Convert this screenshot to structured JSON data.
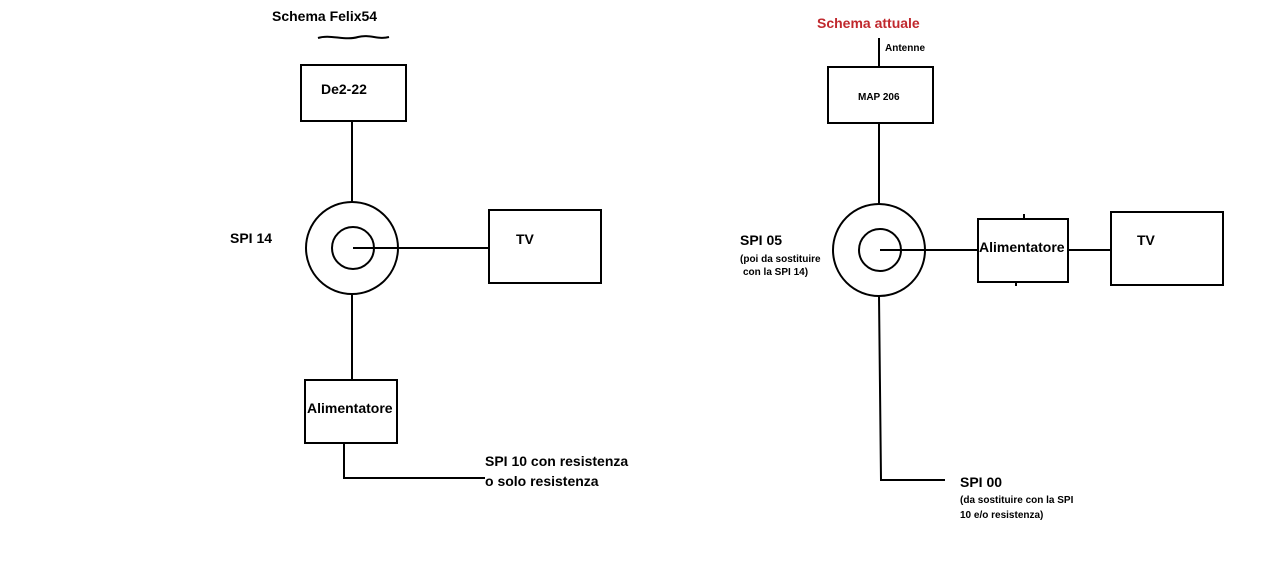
{
  "left": {
    "title": "Schema Felix54",
    "box_top": "De2-22",
    "splitter_label": "SPI 14",
    "tv": "TV",
    "power_supply": "Alimentatore",
    "end_label_line1": "SPI 10 con resistenza",
    "end_label_line2": "o solo resistenza"
  },
  "right": {
    "title": "Schema attuale",
    "antenna": "Antenne",
    "box_top": "MAP 206",
    "splitter_label": "SPI 05",
    "splitter_note_line1": "(poi da sostituire",
    "splitter_note_line2": "con la SPI 14)",
    "power_supply": "Alimentatore",
    "tv": "TV",
    "end_label": "SPI 00",
    "end_note_line1": "(da sostituire con la SPI",
    "end_note_line2": "10 e/o resistenza)"
  },
  "colors": {
    "title_right": "#c0282d",
    "ink": "#000000"
  }
}
